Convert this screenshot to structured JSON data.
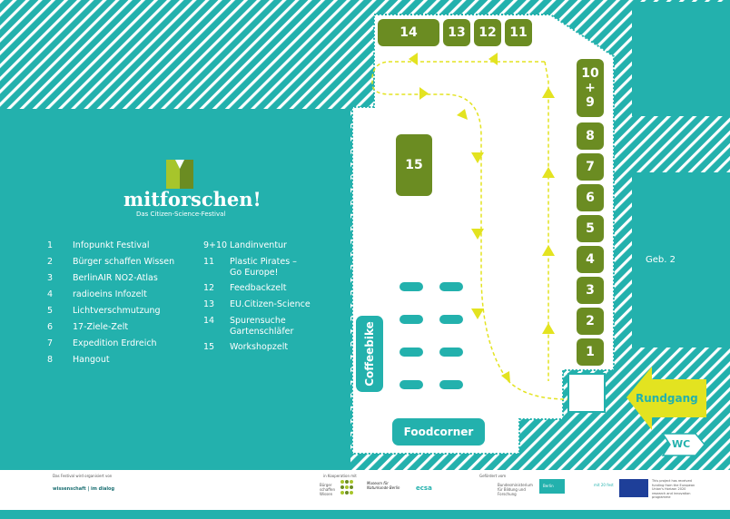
{
  "logo": {
    "name": "mitforschen!",
    "subtitle": "Das Citizen-Science-Festival"
  },
  "legend_left": [
    {
      "num": "1",
      "label": "Infopunkt Festival"
    },
    {
      "num": "2",
      "label": "Bürger schaffen Wissen"
    },
    {
      "num": "3",
      "label": "BerlinAIR NO2-Atlas"
    },
    {
      "num": "4",
      "label": "radioeins Infozelt"
    },
    {
      "num": "5",
      "label": "Lichtverschmutzung"
    },
    {
      "num": "6",
      "label": "17-Ziele-Zelt"
    },
    {
      "num": "7",
      "label": "Expedition Erdreich"
    },
    {
      "num": "8",
      "label": "Hangout"
    }
  ],
  "legend_right": [
    {
      "num": "9+10",
      "label": "Landinventur"
    },
    {
      "num": "11",
      "label": "Plastic Pirates –",
      "label2": "Go Europe!"
    },
    {
      "num": "12",
      "label": "Feedbackzelt"
    },
    {
      "num": "13",
      "label": "EU.Citizen-Science"
    },
    {
      "num": "14",
      "label": "Spurensuche",
      "label2": "Gartenschläfer"
    },
    {
      "num": "15",
      "label": "Workshopzelt"
    }
  ],
  "stands_top": [
    "14",
    "13",
    "12",
    "11"
  ],
  "stands_column": [
    "10\n+\n9",
    "8",
    "7",
    "6",
    "5",
    "4",
    "3",
    "2",
    "1"
  ],
  "stand_big": "15",
  "coffeebike": "Coffeebike",
  "foodcorner": "Foodcorner",
  "building": "Geb. 2",
  "rundgang": "Rundgang",
  "wc": "WC",
  "footer": {
    "organizer_note": "Das Festival wird organisiert von",
    "organizer": "wissenschaft | im dialog",
    "partners_note": "in Kooperation mit",
    "sponsor_note": "Gefördert vom",
    "partner1": "Bürger schaffen Wissen",
    "partner2": "Museum für Naturkunde Berlin",
    "partner3": "ecsa",
    "partner4": "Bundesministerium für Bildung und Forschung",
    "partner5": "Berlin",
    "partner6": "mit 20 fest",
    "eu_note": "This project has received funding from the European Union's Horizon 2020 research and innovation programme"
  },
  "colors": {
    "teal": "#23b1ad",
    "green": "#6b8c22",
    "yellow": "#e3e320",
    "white": "#ffffff"
  }
}
